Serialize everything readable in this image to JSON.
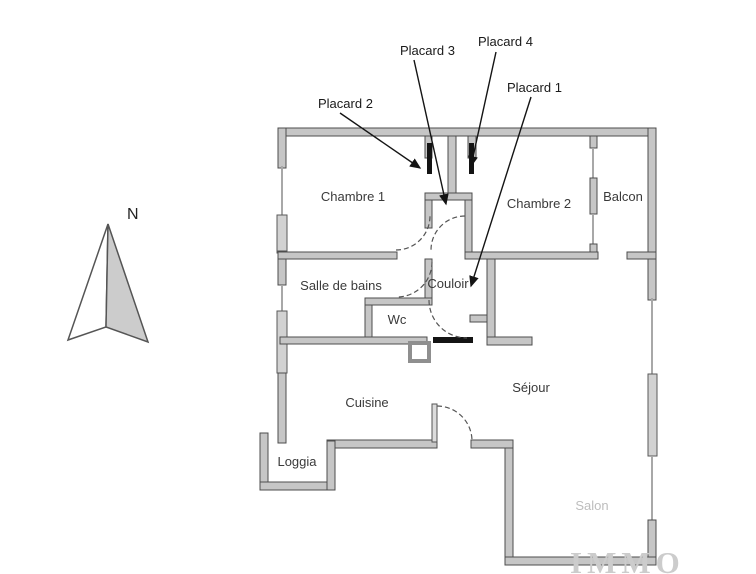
{
  "document": {
    "type": "apartment-floor-plan",
    "background": "#ffffff"
  },
  "compass": {
    "north": "N"
  },
  "rooms": {
    "chambre1": "Chambre 1",
    "chambre2": "Chambre 2",
    "balcon": "Balcon",
    "salle_de_bains": "Salle de bains",
    "couloir": "Couloir",
    "wc": "Wc",
    "cuisine": "Cuisine",
    "sejour": "Séjour",
    "loggia": "Loggia",
    "salon": "Salon"
  },
  "placards": {
    "p1": "Placard 1",
    "p2": "Placard 2",
    "p3": "Placard 3",
    "p4": "Placard 4"
  },
  "watermark": "IMMO",
  "colors": {
    "wall_fill": "#c6c6c6",
    "wall_stroke": "#4d4d4d",
    "window": "#a8a8a8",
    "door_black": "#141414",
    "label": "#3a3a3a",
    "faint_label": "#bdbdbd",
    "watermark": "#cccccc"
  }
}
